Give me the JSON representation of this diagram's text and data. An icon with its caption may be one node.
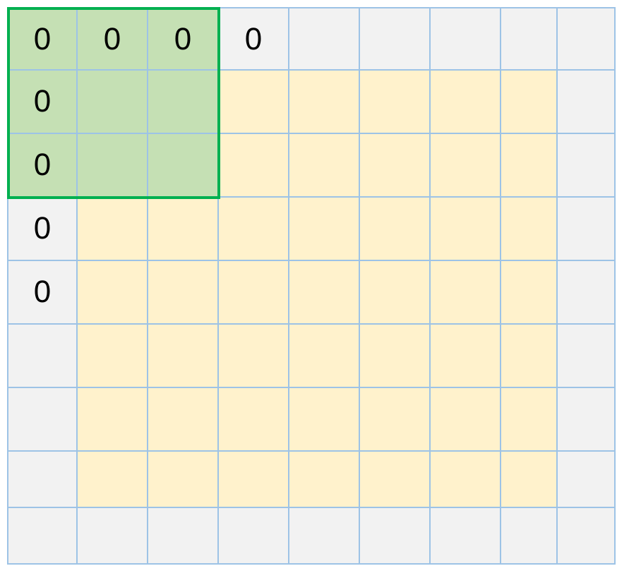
{
  "diagram": {
    "labels": [
      "0",
      "0",
      "0",
      "0",
      "0",
      "0",
      "0",
      "0"
    ]
  }
}
